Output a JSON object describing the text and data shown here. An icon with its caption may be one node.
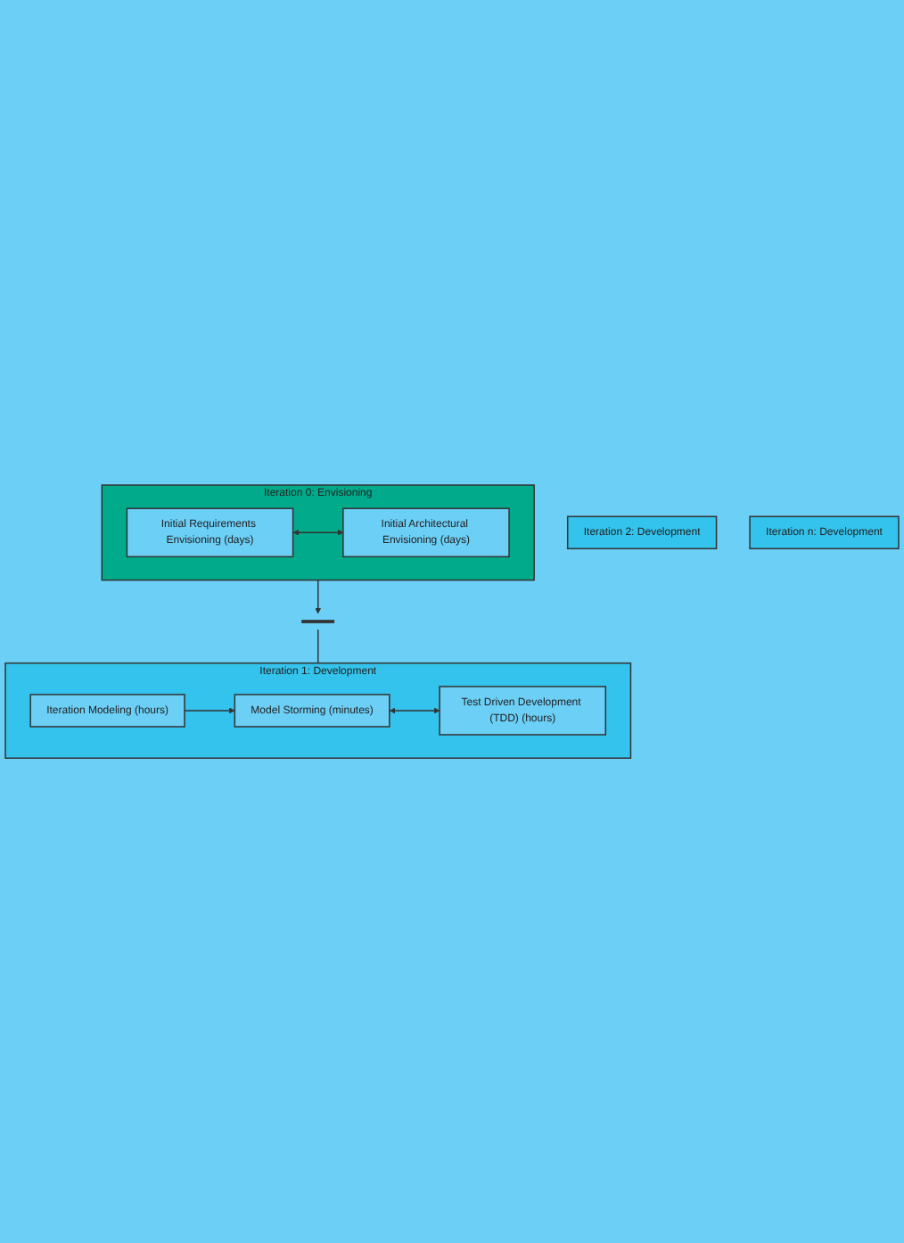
{
  "diagram": {
    "nodes": [
      {
        "text": [
          "Iteration 0: Envisioning"
        ]
      },
      {
        "text": [
          "Initial Requirements Envisioning (days)"
        ],
        "in": 0
      },
      {
        "text": [
          "Initial Architectural Envisioning (days)"
        ],
        "in": 0
      },
      {
        "text": [],
        "shape": "bar"
      },
      {
        "text": [
          "Iteration 1: Development"
        ]
      },
      {
        "text": [
          "Iteration Modeling (hours)"
        ],
        "in": 4
      },
      {
        "text": [
          "Model Storming (minutes)"
        ],
        "in": 4
      },
      {
        "text": [
          "Test Driven Development (TDD) (hours)"
        ],
        "in": 4
      },
      {
        "text": [
          "Iteration 2: Development"
        ]
      },
      {
        "text": [
          "Iteration n: Development"
        ]
      }
    ],
    "edges": [
      {
        "from": 1,
        "to": 2,
        "arrow": "both"
      },
      {
        "from": 0,
        "to": 3,
        "arrow": "to"
      },
      {
        "from": 3,
        "to": 4,
        "arrow": "none"
      },
      {
        "from": 5,
        "to": 6,
        "arrow": "to"
      },
      {
        "from": 6,
        "to": 7,
        "arrow": "both"
      }
    ]
  }
}
